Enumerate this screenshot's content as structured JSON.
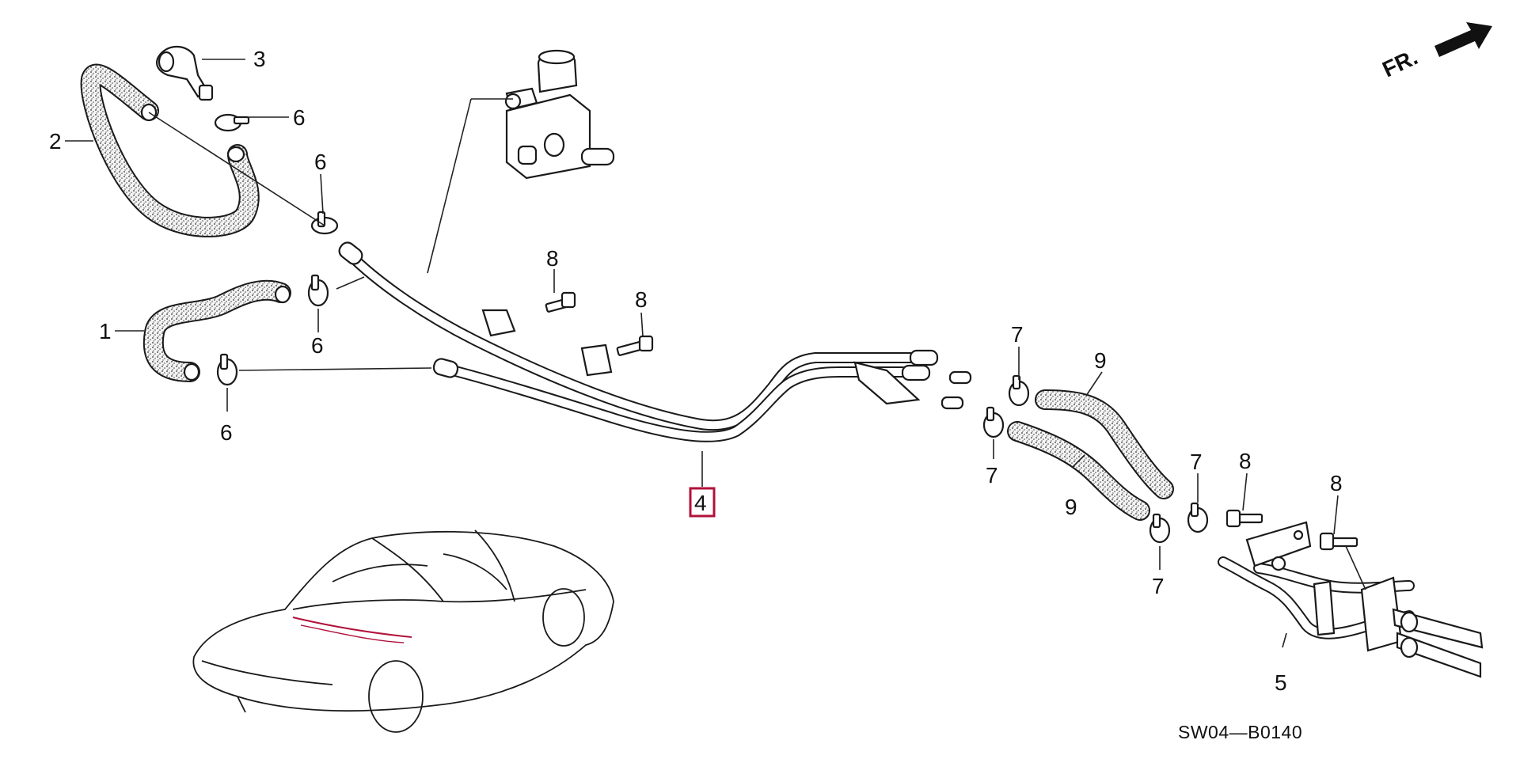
{
  "callouts": {
    "c1": "1",
    "c2": "2",
    "c3": "3",
    "c4": "4",
    "c5": "5",
    "c6a": "6",
    "c6b": "6",
    "c6c": "6",
    "c6d": "6",
    "c7a": "7",
    "c7b": "7",
    "c7c": "7",
    "c7d": "7",
    "c8a": "8",
    "c8b": "8",
    "c8c": "8",
    "c8d": "8",
    "c9a": "9",
    "c9b": "9"
  },
  "highlighted_callout": "4",
  "colors": {
    "highlight": "#b0123a",
    "line": "#1a1a1a"
  },
  "direction_label": "FR.",
  "diagram_code": "SW04—B0140",
  "icons": [
    "front-direction-arrow-icon",
    "vehicle-location-icon"
  ]
}
